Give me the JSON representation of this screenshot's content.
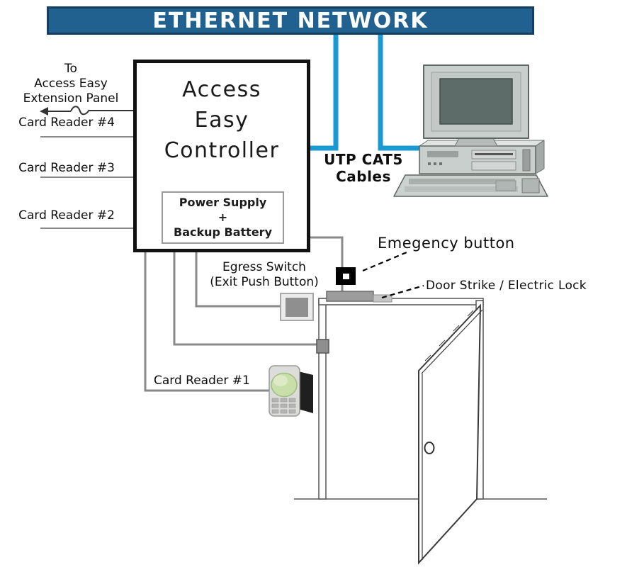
{
  "banner": {
    "title": "ETHERNET NETWORK"
  },
  "controller": {
    "title_lines": [
      "Access",
      "Easy",
      "Controller"
    ],
    "power_box_lines": [
      "Power Supply",
      "+",
      "Backup Battery"
    ]
  },
  "left_panel": {
    "extension_note": [
      "To",
      "Access Easy",
      "Extension Panel"
    ],
    "card_reader_4": "Card Reader #4",
    "card_reader_3": "Card Reader #3",
    "card_reader_2": "Card Reader #2"
  },
  "network": {
    "utp_label_line1": "UTP CAT5",
    "utp_label_line2": "Cables"
  },
  "door_area": {
    "emergency_label": "Emegency button",
    "door_strike_label": "Door Strike / Electric Lock",
    "egress_label_line1": "Egress Switch",
    "egress_label_line2": "(Exit Push Button)",
    "card_reader_1": "Card Reader #1"
  },
  "illustrations": {
    "computer": "desktop-computer-illustration",
    "card_reader": "card-reader-device-illustration",
    "door": "open-door-illustration",
    "emergency_button": "emergency-button-square",
    "egress_switch": "egress-switch-square",
    "door_contact": "door-contact-square",
    "door_strike": "door-strike-bar",
    "break_arrow": "extension-panel-arrow"
  },
  "colors": {
    "banner_bg": "#20618f",
    "banner_border": "#153e60",
    "cable_blue": "#1b9ad2",
    "wire_gray": "#8a8a8a",
    "emergency_button": "#000000",
    "strike_gray": "#9c9c9c",
    "reader_green": "#c9dfa9",
    "screen_gray": "#5d6c68"
  }
}
